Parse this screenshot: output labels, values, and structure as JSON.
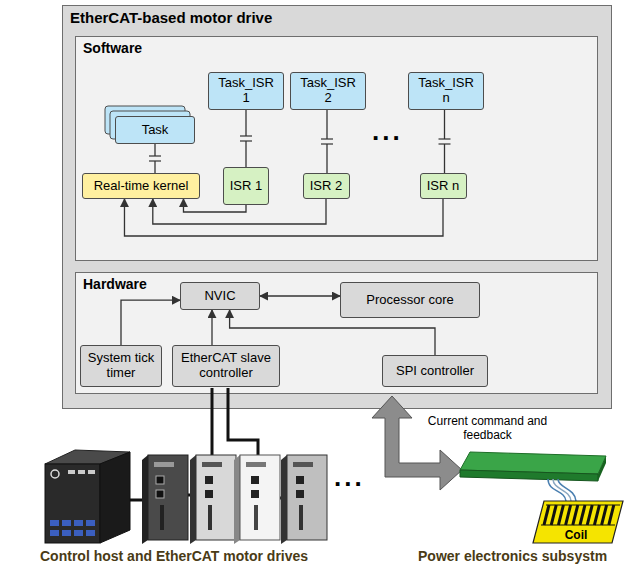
{
  "diagram": {
    "nodes": [
      {
        "text": [
          "EtherCAT-based motor drive"
        ]
      },
      {
        "text": [
          "Software"
        ],
        "in": 0
      },
      {
        "text": [
          "Task"
        ],
        "in": 1
      },
      {
        "text": [
          "Task_ISR 1"
        ],
        "in": 1
      },
      {
        "text": [
          "Task_ISR 2"
        ],
        "in": 1
      },
      {
        "text": [
          "Task_ISR n"
        ],
        "in": 1
      },
      {
        "text": [
          "Real-time kernel"
        ],
        "in": 1
      },
      {
        "text": [
          "ISR 1"
        ],
        "in": 1
      },
      {
        "text": [
          "ISR 2"
        ],
        "in": 1
      },
      {
        "text": [
          "ISR n"
        ],
        "in": 1
      },
      {
        "text": [
          "Hardware"
        ],
        "in": 0
      },
      {
        "text": [
          "NVIC"
        ],
        "in": 10
      },
      {
        "text": [
          "Processor core"
        ],
        "in": 10
      },
      {
        "text": [
          "System tick timer"
        ],
        "in": 10
      },
      {
        "text": [
          "EtherCAT slave controller"
        ],
        "in": 10
      },
      {
        "text": [
          "SPI controller"
        ],
        "in": 10
      },
      {
        "text": [
          "Coil"
        ]
      }
    ],
    "edges": [
      {
        "from": 2,
        "to": 6,
        "arrow": "none"
      },
      {
        "from": 3,
        "to": 7,
        "arrow": "none"
      },
      {
        "from": 4,
        "to": 8,
        "arrow": "none"
      },
      {
        "from": 5,
        "to": 9,
        "arrow": "none"
      },
      {
        "from": 7,
        "to": 6,
        "arrow": "to"
      },
      {
        "from": 8,
        "to": 6,
        "arrow": "to"
      },
      {
        "from": 9,
        "to": 6,
        "arrow": "to"
      },
      {
        "from": 11,
        "to": 12,
        "arrow": "both"
      },
      {
        "from": 13,
        "to": 11,
        "arrow": "to"
      },
      {
        "from": 14,
        "to": 11,
        "arrow": "to"
      },
      {
        "from": 15,
        "to": 11,
        "arrow": "to"
      }
    ],
    "labels": [
      "...",
      "...",
      "Current command and feedback",
      "Control host and EtherCAT motor drives",
      "Power electronics subsystm"
    ]
  }
}
